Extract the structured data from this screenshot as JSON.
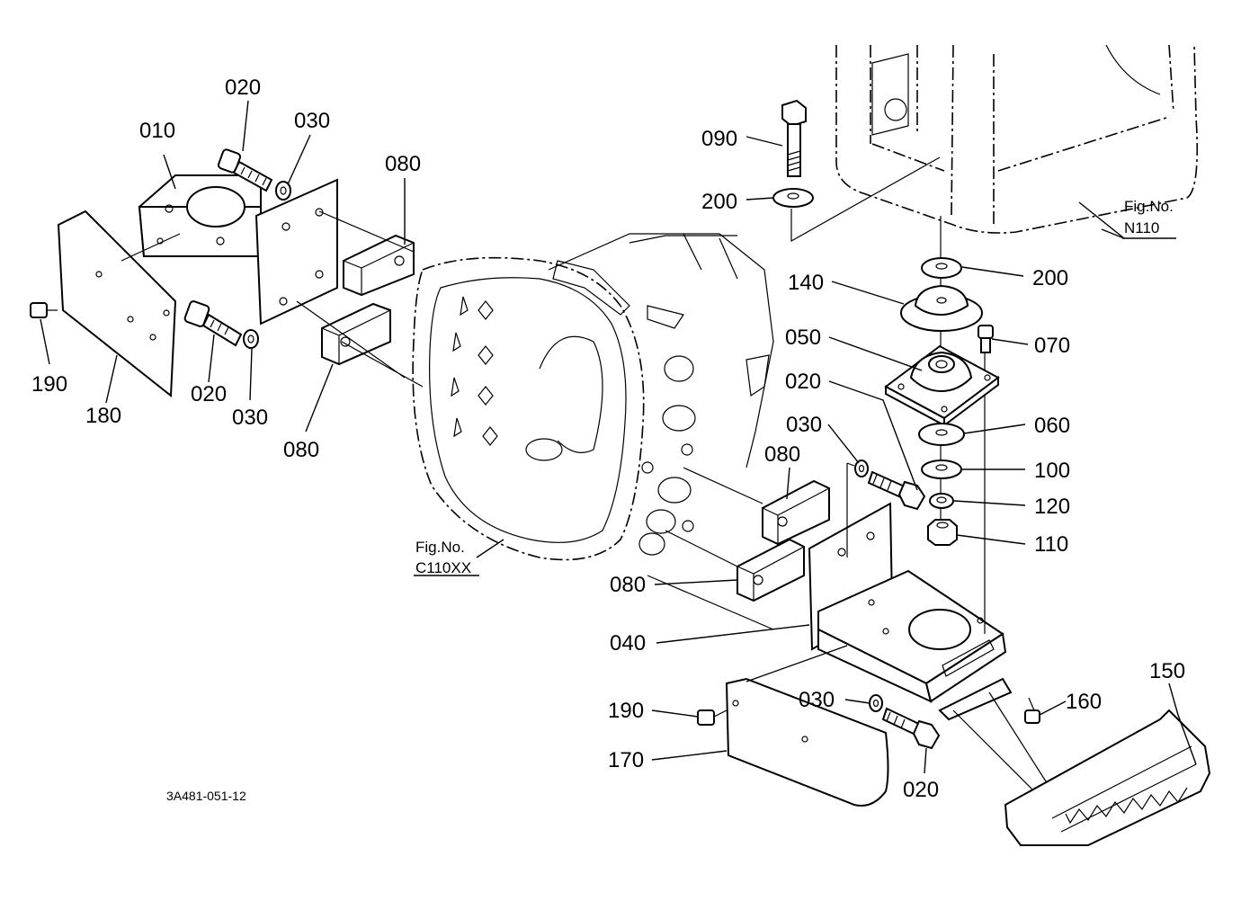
{
  "part_labels": [
    {
      "id": "p010",
      "text": "010"
    },
    {
      "id": "p020a",
      "text": "020"
    },
    {
      "id": "p030a",
      "text": "030"
    },
    {
      "id": "p080a",
      "text": "080"
    },
    {
      "id": "p190a",
      "text": "190"
    },
    {
      "id": "p180",
      "text": "180"
    },
    {
      "id": "p020b",
      "text": "020"
    },
    {
      "id": "p030b",
      "text": "030"
    },
    {
      "id": "p080b",
      "text": "080"
    },
    {
      "id": "p090",
      "text": "090"
    },
    {
      "id": "p200a",
      "text": "200"
    },
    {
      "id": "p200b",
      "text": "200"
    },
    {
      "id": "p140",
      "text": "140"
    },
    {
      "id": "p050",
      "text": "050"
    },
    {
      "id": "p070",
      "text": "070"
    },
    {
      "id": "p020c",
      "text": "020"
    },
    {
      "id": "p030c",
      "text": "030"
    },
    {
      "id": "p060",
      "text": "060"
    },
    {
      "id": "p100",
      "text": "100"
    },
    {
      "id": "p120",
      "text": "120"
    },
    {
      "id": "p110",
      "text": "110"
    },
    {
      "id": "p080c",
      "text": "080"
    },
    {
      "id": "p080d",
      "text": "080"
    },
    {
      "id": "p040",
      "text": "040"
    },
    {
      "id": "p150",
      "text": "150"
    },
    {
      "id": "p190b",
      "text": "190"
    },
    {
      "id": "p030d",
      "text": "030"
    },
    {
      "id": "p160",
      "text": "160"
    },
    {
      "id": "p170",
      "text": "170"
    },
    {
      "id": "p020d",
      "text": "020"
    }
  ],
  "figure_refs": [
    {
      "id": "fig_n110",
      "prefix": "Fig.No.",
      "number": "N110"
    },
    {
      "id": "fig_c110xx",
      "prefix": "Fig.No.",
      "number": "C110XX"
    }
  ],
  "drawing_code": "3A481-051-12"
}
